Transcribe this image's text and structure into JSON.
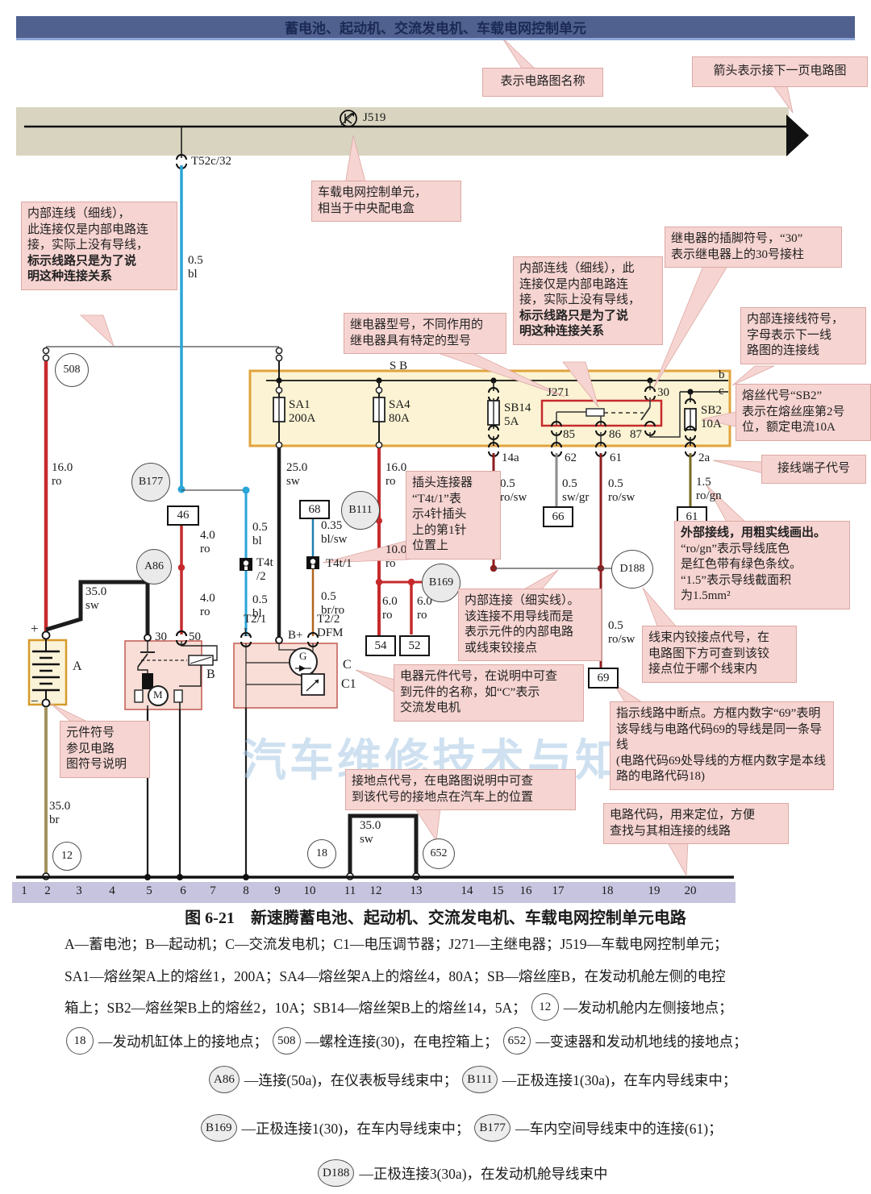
{
  "header": {
    "title": "蓄电池、起动机、交流发电机、车载电网控制单元"
  },
  "watermark": "汽车维修技术与知识",
  "callouts": {
    "c1": "表示电路图名称",
    "c2": "箭头表示接下一页电路图",
    "c3": "车载电网控制单元，\n相当于中央配电盒",
    "c4a": "内部连线（细线），\n此连接仅是内部电路连\n接，实际上没有导线，\n",
    "c4b": "标示线路只是为了说\n明这种连接关系",
    "c5": "继电器型号，不同作用的\n继电器具有特定的型号",
    "c6a": "内部连线（细线），此\n连接仅是内部电路连\n接，实际上没有导线，\n",
    "c6b": "标示线路只是为了说\n明这种连接关系",
    "c7": "继电器的插脚符号，“30”\n表示继电器上的30号接柱",
    "c8": "内部连接线符号，\n字母表示下一线\n路图的连接线",
    "c9": "熔丝代号“SB2”\n表示在熔丝座第2号\n位，额定电流10A",
    "c10": "接线端子代号",
    "c11": "插头连接器\n“T4t/1”表\n示4针插头\n上的第1针\n位置上",
    "c12a": "外部接线，用粗实线画出。\n",
    "c12b": "“ro/gn”表示导线底色\n是红色带有绿色条纹。\n“1.5”表示导线截面积\n为1.5mm²",
    "c13": "内部连接（细实线）。\n该连接不用导线而是\n表示元件的内部电路\n或线束铰接点",
    "c14": "线束内铰接点代号，在\n电路图下方可查到该铰\n接点位于哪个线束内",
    "c15": "电器元件代号，在说明中可查\n到元件的名称，如“C”表示\n交流发电机",
    "c16": "指示线路中断点。方框内数字“69”表明\n该导线与电路代码69的导线是同一条导线\n(电路代码69处导线的方框内数字是本线\n路的电路代码18)",
    "c17": "元件符号\n参见电路\n图符号说明",
    "c18": "接地点代号，在电路图说明中可查\n到该代号的接地点在汽车上的位置",
    "c19": "电路代码，用来定位，方便\n查找与其相连接的线路"
  },
  "d": {
    "t52c": "T52c/32",
    "j519": "J519",
    "sb": "S B",
    "j271": "J271",
    "sa1": "SA1\n200A",
    "sa4": "SA4\n80A",
    "sb14": "SB14\n5A",
    "sb2": "SB2\n10A",
    "b_letter": "b",
    "c_letter": "c",
    "n30r": "30",
    "n85": "85",
    "n86": "86",
    "n87": "87",
    "n14a": "14a",
    "n62": "62",
    "n61": "61",
    "n2a": "2a",
    "box46": "46",
    "box68": "68",
    "box66": "66",
    "box61": "61",
    "box54": "54",
    "box52": "52",
    "box69": "69",
    "c508": "508",
    "cB177": "B177",
    "cA86": "A86",
    "cB111": "B111",
    "cB169": "B169",
    "cD188": "D188",
    "c12": "12",
    "c18": "18",
    "c652": "652",
    "w1": "0.5\nbl",
    "w2": "16.0\nro",
    "w3": "25.0\nsw",
    "w4": "16.0\nro",
    "w5": "10.0\nro",
    "w6": "6.0\nro",
    "w7": "6.0\nro",
    "w8": "0.5\nbl",
    "w9": "0.5\nbl",
    "w10": "0.35\nbl/sw",
    "w11": "0.5\nbr/ro",
    "w12": "4.0\nro",
    "w13": "4.0\nro",
    "w14": "35.0\nsw",
    "w15": "0.5\nro/sw",
    "w16": "0.5\nsw/gr",
    "w17": "0.5\nro/sw",
    "w18": "1.5\nro/gn",
    "w19": "0.5\nro/sw",
    "w20": "35.0\nbr",
    "w21": "35.0\nsw",
    "t4t2": "T4t\n/2",
    "t4t1": "T4t/1",
    "t21L": "T2/1\nL",
    "bplus": "B+",
    "t22dfm": "T2/2\nDFM",
    "n30s": "30",
    "n50": "50",
    "plus": "+",
    "minus": "−",
    "compA": "A",
    "compB": "B",
    "compC": "C",
    "compC1": "C1",
    "compM": "M",
    "compG": "G"
  },
  "rail": {
    "numbers": [
      "1",
      "2",
      "3",
      "4",
      "5",
      "6",
      "7",
      "8",
      "9",
      "10",
      "11",
      "12",
      "13",
      "14",
      "15",
      "16",
      "17",
      "18",
      "19",
      "20"
    ]
  },
  "legend": {
    "caption": "图 6-21　新速腾蓄电池、起动机、交流发电机、车载电网控制单元电路",
    "l1": "A—蓄电池；B—起动机；C—交流发电机；C1—电压调节器；J271—主继电器；J519—车载电网控制单元；",
    "l2": "SA1—熔丝架A上的熔丝1，200A；SA4—熔丝架A上的熔丝4，80A；SB—熔丝座B，在发动机舱左侧的电控",
    "l3a": "箱上；SB2—熔丝架B上的熔丝2，10A；SB14—熔丝架B上的熔丝14，5A；",
    "l3c": "12",
    "l3b": "—发动机舱内左侧接地点；",
    "l4c1": "18",
    "l4t1": "—发动机缸体上的接地点；",
    "l4c2": "508",
    "l4t2": "—螺栓连接(30)，在电控箱上；",
    "l4c3": "652",
    "l4t3": "—变速器和发动机地线的接地点；",
    "l5c1": "A86",
    "l5t1": "—连接(50a)，在仪表板导线束中；",
    "l5c2": "B111",
    "l5t2": "—正极连接1(30a)，在车内导线束中；",
    "l6c1": "B169",
    "l6t1": "—正极连接1(30)，在车内导线束中；",
    "l6c2": "B177",
    "l6t2": "—车内空间导线束中的连接(61)；",
    "l7c1": "D188",
    "l7t1": "—正极连接3(30a)，在发动机舱导线束中"
  }
}
